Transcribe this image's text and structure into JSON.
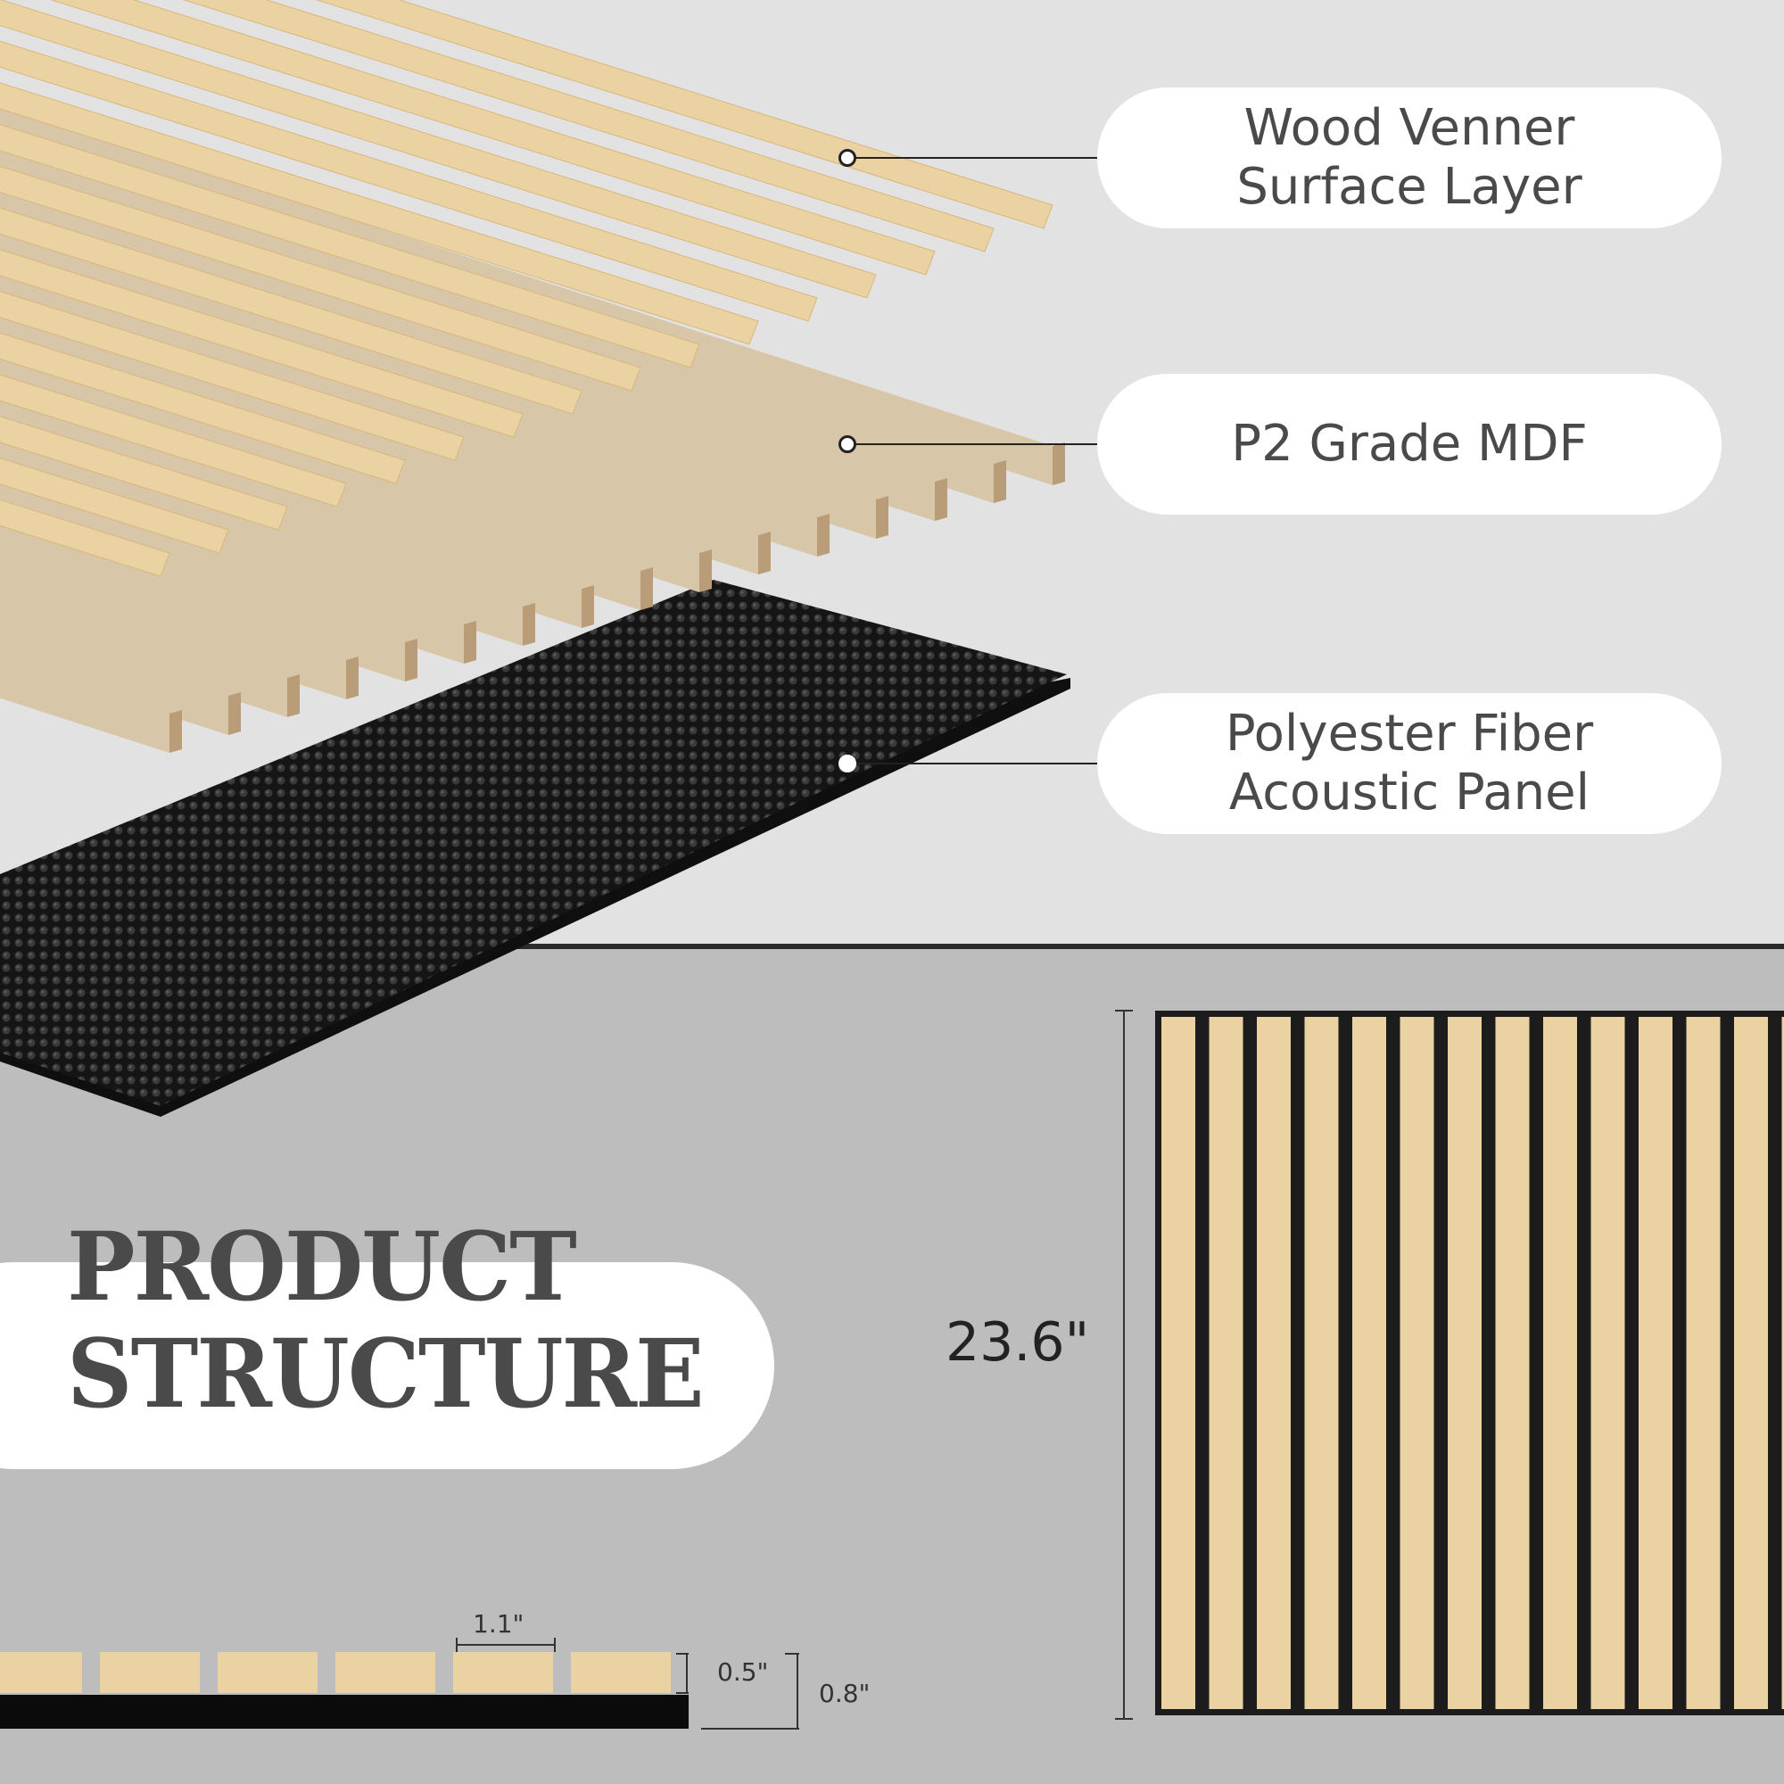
{
  "layers": [
    {
      "lines": [
        "Wood Venner",
        "Surface Layer"
      ]
    },
    {
      "lines": [
        "P2 Grade MDF"
      ]
    },
    {
      "lines": [
        "Polyester Fiber",
        "Acoustic Panel"
      ]
    }
  ],
  "title": {
    "lines": [
      "PRODUCT",
      "STRUCTURE"
    ]
  },
  "dimensions": {
    "height": "23.6\"",
    "slat_width": "1.1\"",
    "slat_thickness": "0.5\"",
    "total_thickness": "0.8\""
  },
  "colors": {
    "top_background": "#e2e2e2",
    "bottom_background": "#bdbdbd",
    "wood": "#ead2a2",
    "mdf": "#d8c6a8",
    "felt": "#1c1c1c",
    "text": "#4a4a4a"
  }
}
